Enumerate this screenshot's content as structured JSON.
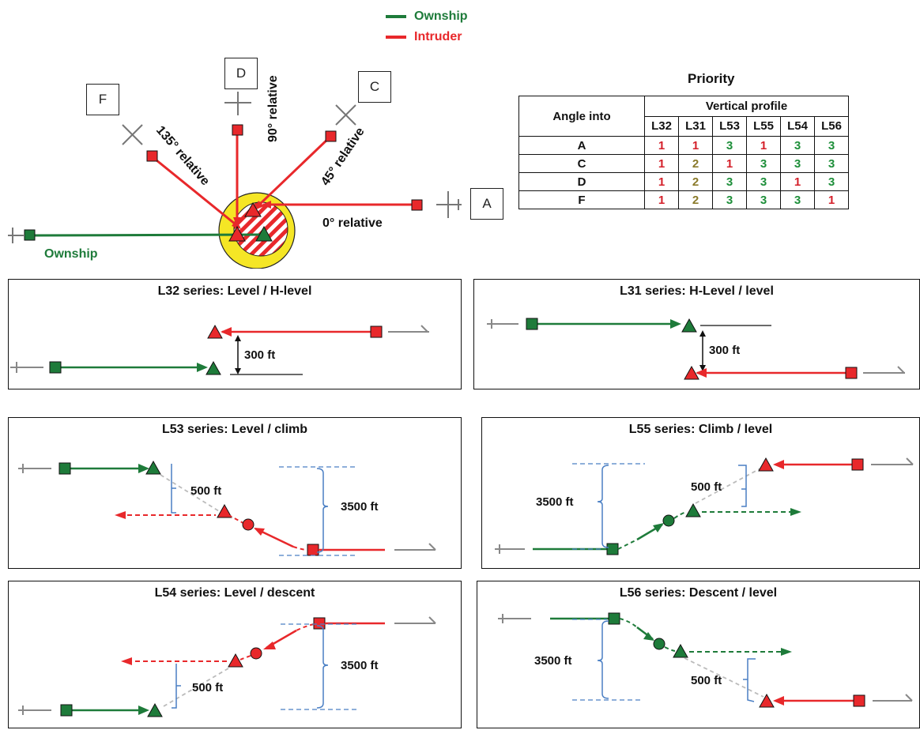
{
  "legend": {
    "ownship": {
      "label": "Ownship",
      "color": "#1e7b3a"
    },
    "intruder": {
      "label": "Intruder",
      "color": "#e8282b"
    }
  },
  "geometry_diagram": {
    "boxes": {
      "a": "A",
      "c": "C",
      "d": "D",
      "f": "F"
    },
    "angles": {
      "deg0": "0° relative",
      "deg45": "45° relative",
      "deg90": "90° relative",
      "deg135": "135° relative"
    },
    "ownship_label": "Ownship"
  },
  "priority_table": {
    "title": "Priority",
    "row_header": "Angle into",
    "group_header": "Vertical profile",
    "columns": [
      "L32",
      "L31",
      "L53",
      "L55",
      "L54",
      "L56"
    ],
    "rows": [
      {
        "label": "A",
        "values": [
          "1",
          "1",
          "3",
          "1",
          "3",
          "3"
        ]
      },
      {
        "label": "C",
        "values": [
          "1",
          "2",
          "1",
          "3",
          "3",
          "3"
        ]
      },
      {
        "label": "D",
        "values": [
          "1",
          "2",
          "3",
          "3",
          "1",
          "3"
        ]
      },
      {
        "label": "F",
        "values": [
          "1",
          "2",
          "3",
          "3",
          "3",
          "1"
        ]
      }
    ],
    "value_colors": {
      "1": "#d4202a",
      "2": "#8a7a2a",
      "3": "#1e8f3a"
    }
  },
  "panels": {
    "l32": {
      "title": "L32 series: Level / H-level",
      "sep": "300 ft"
    },
    "l31": {
      "title": "L31 series: H-Level / level",
      "sep": "300 ft"
    },
    "l53": {
      "title": "L53 series: Level / climb",
      "sep_small": "500 ft",
      "sep_large": "3500 ft"
    },
    "l55": {
      "title": "L55 series: Climb / level",
      "sep_small": "500 ft",
      "sep_large": "3500 ft"
    },
    "l54": {
      "title": "L54 series: Level / descent",
      "sep_small": "500 ft",
      "sep_large": "3500 ft"
    },
    "l56": {
      "title": "L56 series: Descent / level",
      "sep_small": "500 ft",
      "sep_large": "3500 ft"
    }
  }
}
